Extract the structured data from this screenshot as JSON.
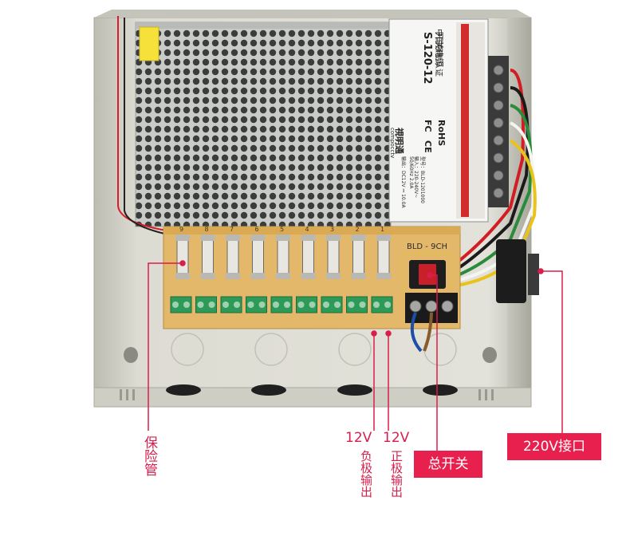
{
  "psu_label": {
    "brand": "視明通",
    "brand_en": "compocctv",
    "model_code": "型号：BLD-1201000",
    "input": "输入：220-240V~",
    "input2": "50/60Hz 2.0A",
    "output": "输出：DC12V ⎓ 10.0A",
    "cert": "中国强制认证",
    "model": "S-120-12",
    "type": "开关电源",
    "rohs": "RoHS",
    "fc": "FC",
    "ce": "CE"
  },
  "board": {
    "title": "BLD - 9CH",
    "channel_numbers": [
      "9",
      "8",
      "7",
      "6",
      "5",
      "4",
      "3",
      "2",
      "1"
    ]
  },
  "labels": {
    "fuse": "保险管",
    "neg_top": "12V",
    "neg_body": "负极输出",
    "pos_top": "12V",
    "pos_body": "正极输出",
    "switch": "总开关",
    "ac_input": "220V接口"
  },
  "colors": {
    "annotation": "#d81e4a",
    "badge": "#e8204e",
    "enclosure": "#d9d8cf",
    "board": "#e3b86a",
    "terminal": "#2e9a57"
  }
}
